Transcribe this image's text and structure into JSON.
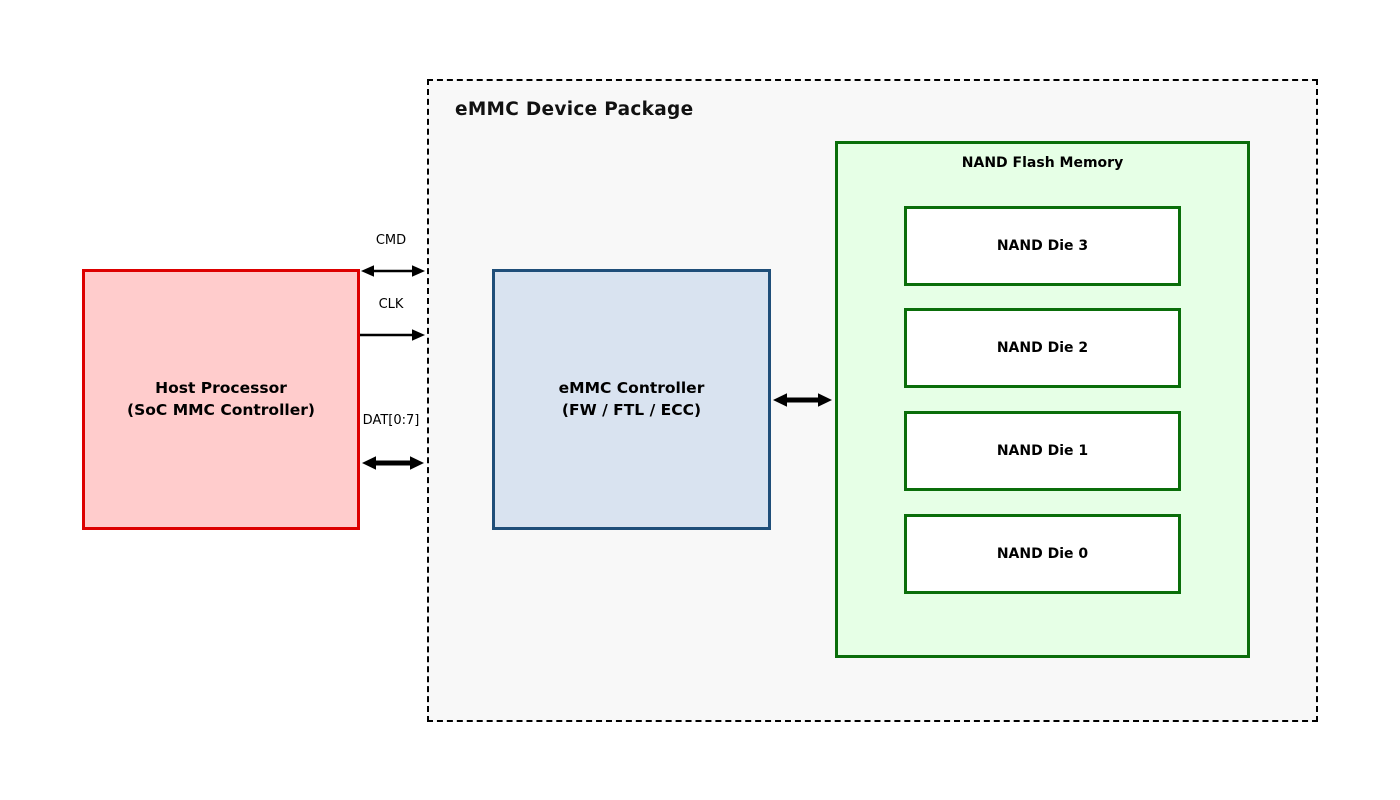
{
  "diagram": {
    "package": {
      "title": "eMMC Device Package",
      "fill": "#f8f8f8",
      "border_color": "#000000",
      "border_style": "dashed"
    },
    "host": {
      "label_line1": "Host Processor",
      "label_line2": "(SoC MMC Controller)",
      "fill": "#ffcccc",
      "border_color": "#dd0000"
    },
    "controller": {
      "label_line1": "eMMC Controller",
      "label_line2": "(FW / FTL / ECC)",
      "fill": "#d9e3f0",
      "border_color": "#1f4e79"
    },
    "nand": {
      "title": "NAND Flash Memory",
      "fill": "#e6ffe6",
      "border_color": "#0a6e0a",
      "dies": [
        {
          "label": "NAND Die 3"
        },
        {
          "label": "NAND Die 2"
        },
        {
          "label": "NAND Die 1"
        },
        {
          "label": "NAND Die 0"
        }
      ]
    },
    "signals": {
      "cmd": "CMD",
      "clk": "CLK",
      "dat": "DAT[0:7]"
    },
    "arrow_color": "#000000"
  }
}
